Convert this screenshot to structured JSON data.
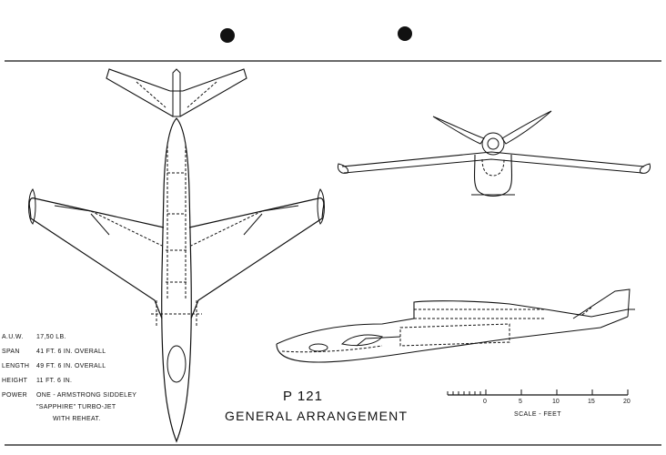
{
  "drawing": {
    "designation": "P 121",
    "title": "GENERAL ARRANGEMENT"
  },
  "specs": [
    {
      "key": "A.U.W.",
      "value": "17,50 LB."
    },
    {
      "key": "SPAN",
      "value": "41 FT. 6 IN. OVERALL"
    },
    {
      "key": "LENGTH",
      "value": "49 FT. 6 IN. OVERALL"
    },
    {
      "key": "HEIGHT",
      "value": "11 FT. 6 IN."
    },
    {
      "key": "POWER",
      "value": "ONE - ARMSTRONG SIDDELEY"
    },
    {
      "key": "",
      "value": "\"SAPPHIRE\" TURBO-JET"
    },
    {
      "key": "",
      "value": "WITH REHEAT."
    }
  ],
  "scale": {
    "ticks": [
      "0",
      "5",
      "10",
      "15",
      "20"
    ],
    "caption": "SCALE - FEET"
  },
  "colors": {
    "ink": "#111111",
    "paper": "#ffffff"
  }
}
